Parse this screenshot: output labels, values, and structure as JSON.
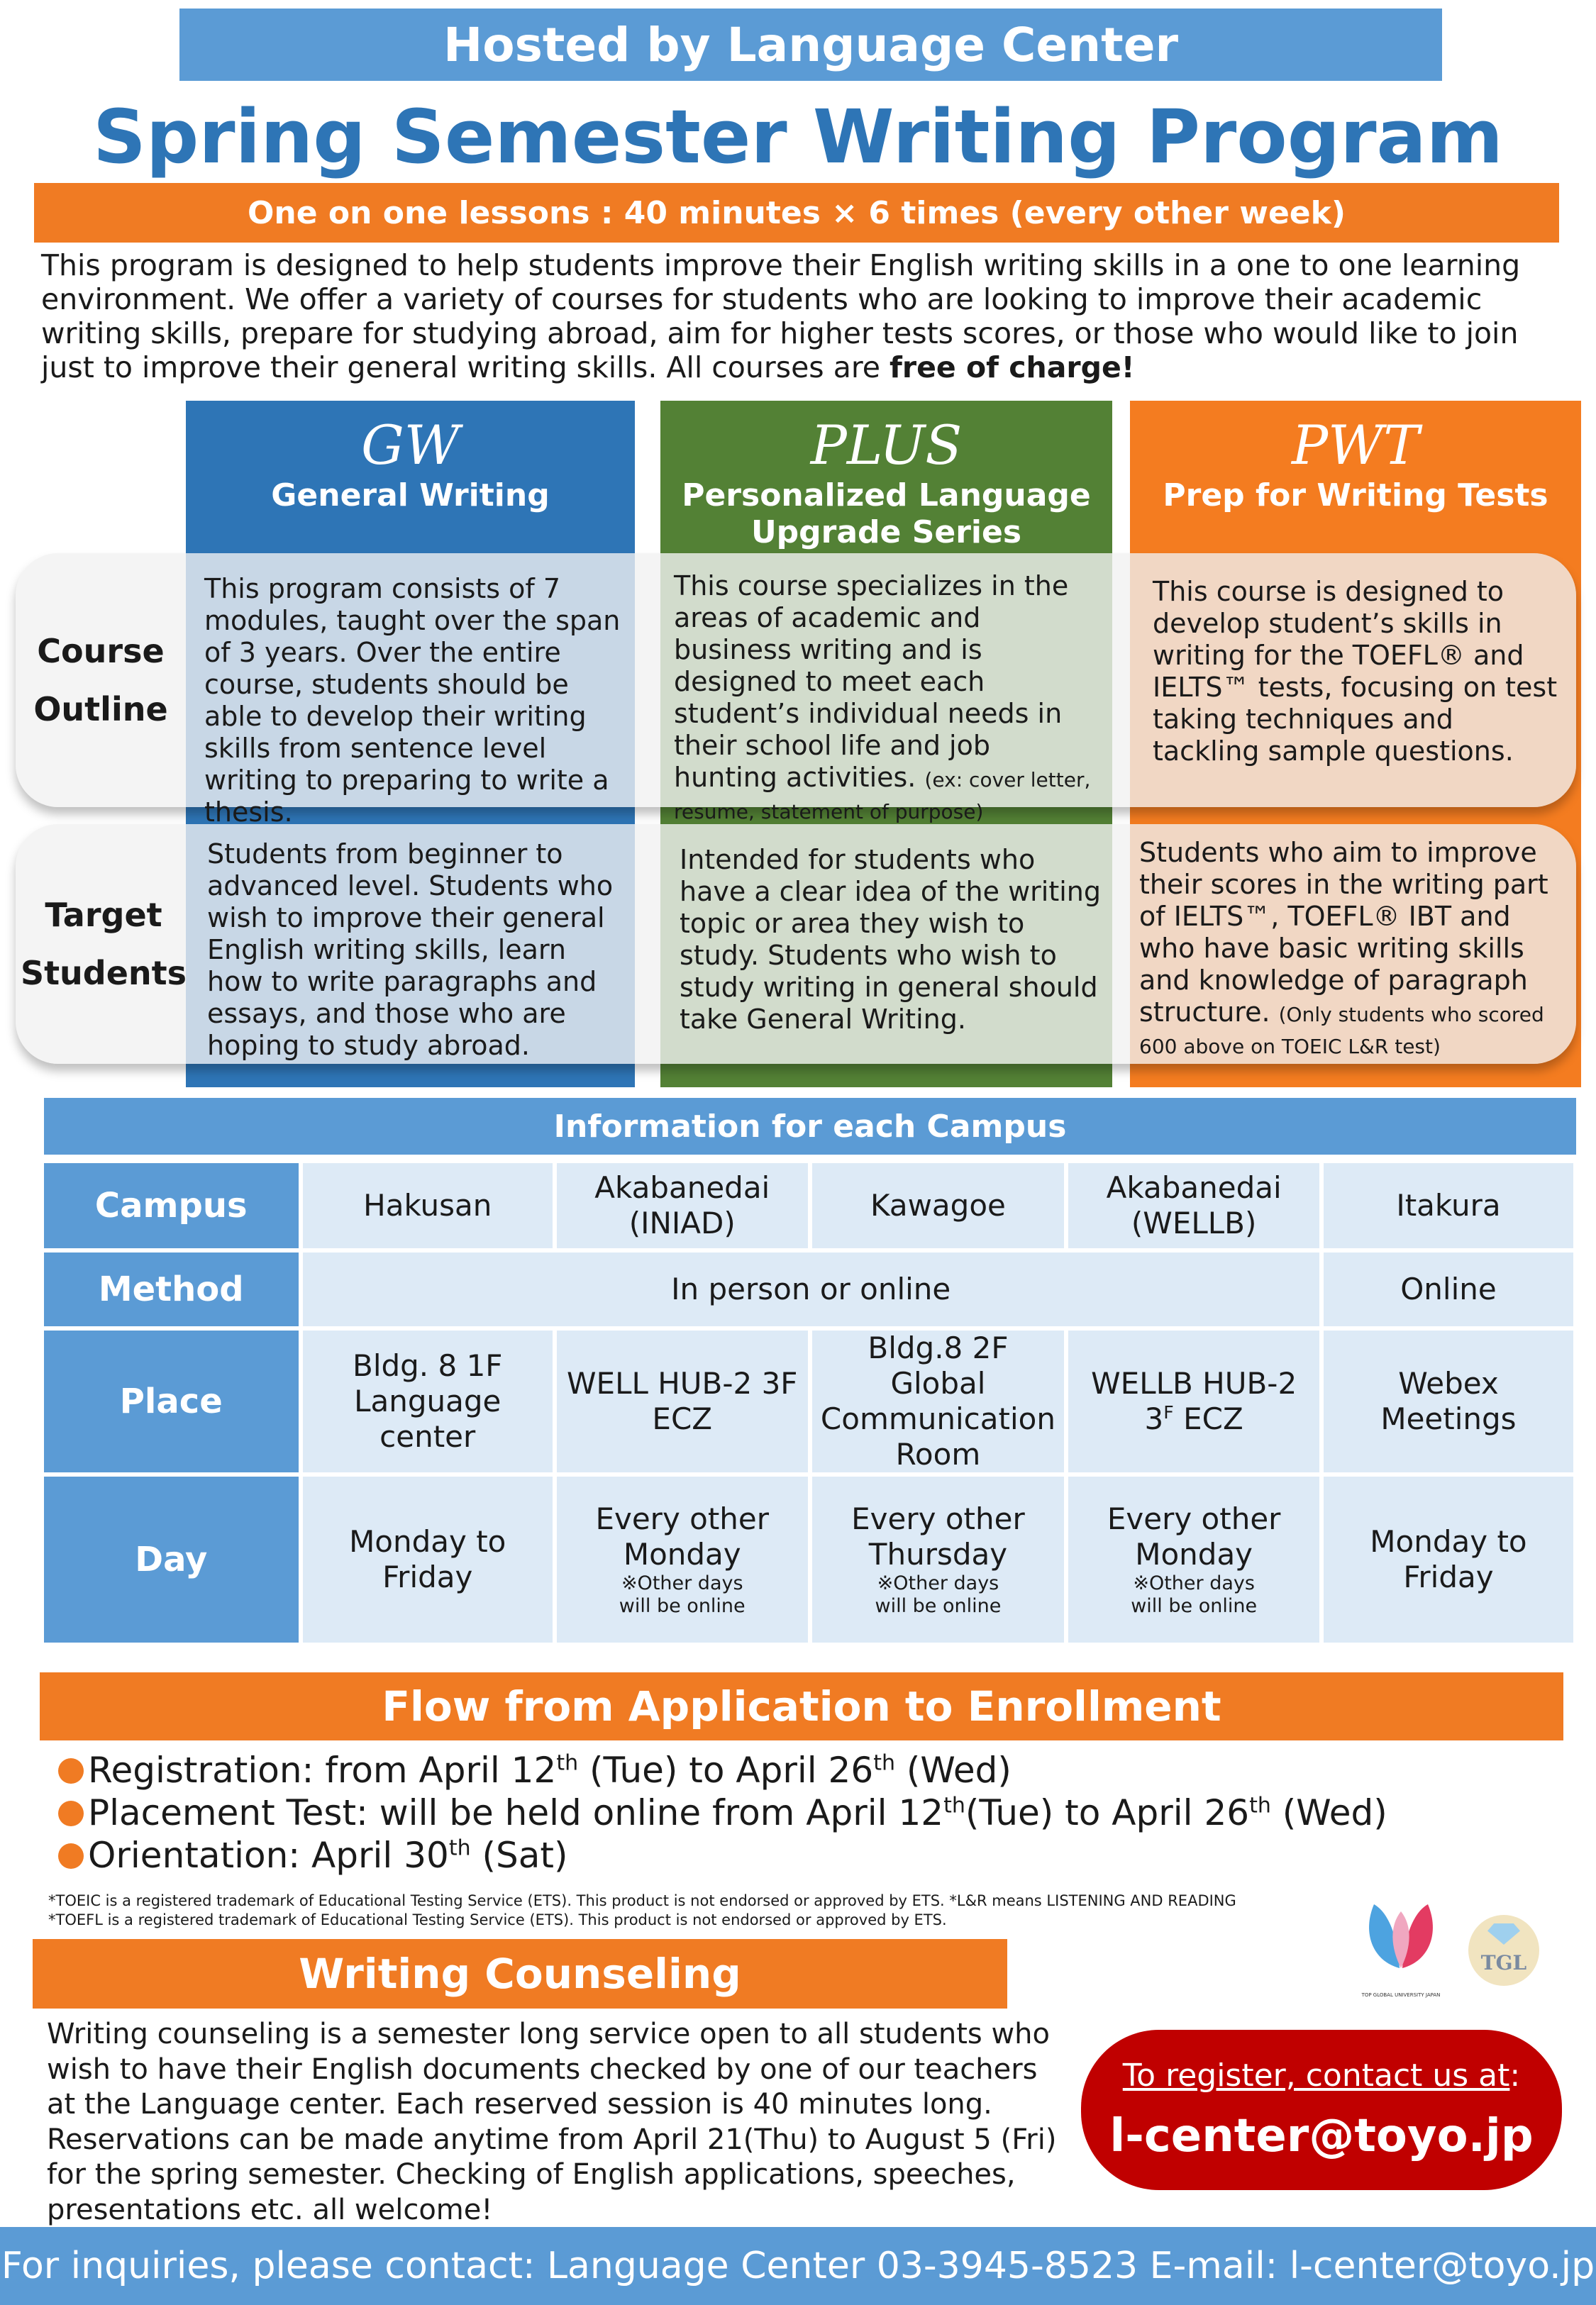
{
  "header": {
    "hosted": "Hosted by Language Center",
    "title": "Spring Semester Writing Program",
    "lessons": "One on one lessons : 40 minutes × 6 times (every other week)"
  },
  "intro": {
    "text": "This program is designed to help students improve their English writing skills in a one to one learning environment. We offer a variety of courses for students who are looking to improve their academic writing skills, prepare for studying abroad, aim for higher tests scores, or those who would like to join just to improve their general writing skills. All courses are ",
    "emphasis": "free of charge!"
  },
  "colors": {
    "blue": "#2e75b6",
    "green": "#538135",
    "orange": "#f47c20",
    "header_blue": "#5b9bd5",
    "red": "#c00000"
  },
  "rows": {
    "outline_line1": "Course",
    "outline_line2": "Outline",
    "target_line1": "Target",
    "target_line2": "Students"
  },
  "courses": [
    {
      "abbr": "GW",
      "name": "General Writing",
      "name2": "",
      "outline": "This program consists of 7 modules, taught over the span of 3 years. Over the entire course, students should be able to develop their writing skills from sentence level writing to preparing to write a thesis.",
      "outline_note": "",
      "target": "Students from beginner to advanced level. Students who wish to improve their general English writing skills, learn how to write paragraphs and essays, and those who are hoping to study abroad.",
      "target_note": ""
    },
    {
      "abbr": "PLUS",
      "name": "Personalized Language",
      "name2": "Upgrade Series",
      "outline": "This course specializes in the areas of academic and business writing and is designed to meet each student’s individual needs in their school life and job hunting activities.",
      "outline_note": "(ex: cover letter, resume, statement of purpose)",
      "target": "Intended for students who have a clear idea of the writing topic or area they wish to study. Students who wish to study writing in general should take General Writing.",
      "target_note": ""
    },
    {
      "abbr": "PWT",
      "name": "Prep for Writing Tests",
      "name2": "",
      "outline": "This course is designed to develop student’s skills in writing for the TOEFL® and IELTS™ tests, focusing on test taking techniques and tackling sample questions.",
      "outline_note": "",
      "target": "Students who aim to improve their scores in the writing part of IELTS™, TOEFL® IBT and who have basic writing skills and knowledge of paragraph structure.",
      "target_note": "(Only students who scored 600 above on TOEIC L&R test)"
    }
  ],
  "campus": {
    "title": "Information for each Campus",
    "labels": {
      "campus": "Campus",
      "method": "Method",
      "place": "Place",
      "day": "Day"
    },
    "campuses": [
      {
        "name_line1": "Hakusan",
        "name_line2": ""
      },
      {
        "name_line1": "Akabanedai",
        "name_line2": "(INIAD)"
      },
      {
        "name_line1": "Kawagoe",
        "name_line2": ""
      },
      {
        "name_line1": "Akabanedai",
        "name_line2": "(WELLB)"
      },
      {
        "name_line1": "Itakura",
        "name_line2": ""
      }
    ],
    "method_shared": "In person or online",
    "method_itakura": "Online",
    "places": [
      {
        "line1": "Bldg. 8 1F",
        "line2": "Language",
        "line3": "center"
      },
      {
        "line1": "WELL HUB-2 3F",
        "line2": "ECZ",
        "line3": ""
      },
      {
        "line1": "Bldg.8 2F Global",
        "line2": "Communication",
        "line3": "Room"
      },
      {
        "line1": "WELLB HUB-2",
        "line2": "3",
        "sup": "F",
        "line2b": " ECZ",
        "line3": ""
      },
      {
        "line1": "Webex",
        "line2": "Meetings",
        "line3": ""
      }
    ],
    "days": [
      {
        "line1": "Monday to",
        "line2": "Friday",
        "note1": "",
        "note2": ""
      },
      {
        "line1": "Every other",
        "line2": "Monday",
        "note1": "※Other days",
        "note2": "will be online"
      },
      {
        "line1": "Every other",
        "line2": "Thursday",
        "note1": "※Other days",
        "note2": "will be online"
      },
      {
        "line1": "Every other",
        "line2": "Monday",
        "note1": "※Other days",
        "note2": "will be online"
      },
      {
        "line1": "Monday to",
        "line2": "Friday",
        "note1": "",
        "note2": ""
      }
    ]
  },
  "flow": {
    "title": "Flow from Application to Enrollment",
    "reg_a": "Registration: from April 12",
    "reg_sup1": "th",
    "reg_b": " (Tue) to April 26",
    "reg_sup2": "th",
    "reg_c": " (Wed)",
    "place_a": "Placement Test: will be held online from April 12",
    "place_sup1": "th",
    "place_b": "(Tue) to April 26",
    "place_sup2": "th",
    "place_c": " (Wed)",
    "ori_a": "Orientation: April 30",
    "ori_sup": "th",
    "ori_b": " (Sat)"
  },
  "trademarks": {
    "toeic": "*TOEIC is a registered trademark of Educational Testing Service (ETS). This product is not endorsed or approved by ETS. *L&R means LISTENING AND READING",
    "toefl": "*TOEFL is a registered trademark of Educational Testing Service (ETS). This product is not endorsed or approved by ETS."
  },
  "logos": {
    "logo1_text": "TOP GLOBAL UNIVERSITY JAPAN",
    "logo2_text": "TGL"
  },
  "counseling": {
    "title": "Writing Counseling",
    "text": "Writing counseling is a semester long service open to all students who wish to have their English documents checked by one of our teachers at the Language center. Each reserved session is 40 minutes long. Reservations can be made anytime from April 21(Thu) to August 5 (Fri) for the spring semester. Checking of English applications, speeches, presentations etc. all welcome!"
  },
  "contact": {
    "prompt": "To register, contact us at",
    "colon": ":",
    "email": "l-center@toyo.jp"
  },
  "footer": {
    "text": "For inquiries, please contact: Language Center 03-3945-8523 E-mail: l-center@toyo.jp"
  }
}
